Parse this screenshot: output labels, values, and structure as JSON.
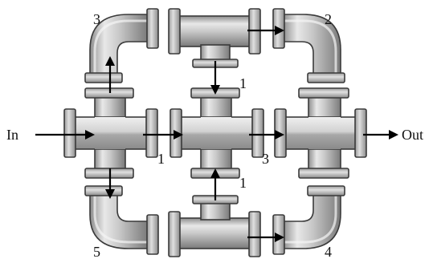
{
  "diagram": {
    "labels": {
      "in": "In",
      "out": "Out",
      "corner_tl": "3",
      "corner_tr": "2",
      "corner_bl": "5",
      "corner_br": "4",
      "junction_top": "1",
      "junction_left": "1",
      "junction_right": "3",
      "junction_bottom": "1"
    },
    "colors": {
      "pipe_dark": "#7a7a7a",
      "pipe_mid": "#a9a9a9",
      "pipe_light": "#dcdcdc",
      "pipe_highlight": "#f2f2f2",
      "outline": "#3a3a3a",
      "arrow": "#000000"
    }
  }
}
